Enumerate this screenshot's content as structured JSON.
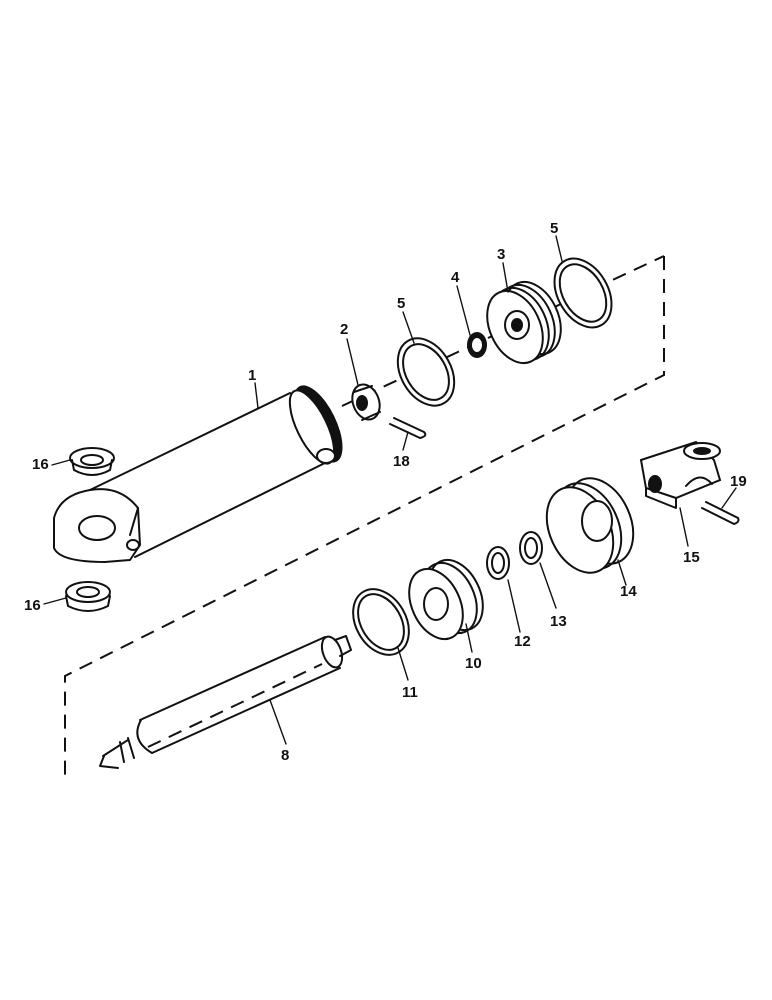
{
  "callouts": {
    "body": "1",
    "nut": "2",
    "piston": "3",
    "o_ring_small": "4",
    "ring_left": "5",
    "ring_right": "5",
    "rod": "8",
    "rod_guide": "10",
    "o_ring_large": "11",
    "seal_12": "12",
    "seal_13": "13",
    "end_cap": "14",
    "clevis": "15",
    "bushing_top": "16",
    "bushing_bottom": "16",
    "pin_18": "18",
    "pin_19": "19"
  }
}
